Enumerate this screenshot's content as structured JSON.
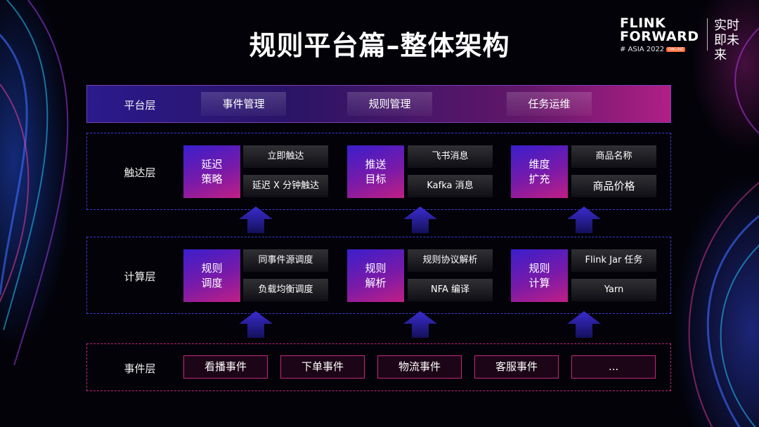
{
  "title": "规则平台篇–整体架构",
  "logo": {
    "line1": "FLINK",
    "line2": "FORWARD",
    "event": "# ASIA 2022",
    "badge": "ONLINE",
    "slogan": "实时即未来"
  },
  "colors": {
    "platform_gradient_start": "#2a1a8c",
    "platform_gradient_end": "#b01f86",
    "strategy_gradient_start": "#3a1ecc",
    "strategy_gradient_end": "#c01f84",
    "blue_dash": "#3c3ed8",
    "pink_dash": "#c4267f"
  },
  "layers": {
    "platform": {
      "label": "平台层",
      "tabs": [
        "事件管理",
        "规则管理",
        "任务运维"
      ]
    },
    "reach": {
      "label": "触达层",
      "groups": [
        {
          "name": "延迟策略",
          "items": [
            "立即触达",
            "延迟 X 分钟触达"
          ]
        },
        {
          "name": "推送目标",
          "items": [
            "飞书消息",
            "Kafka 消息"
          ]
        },
        {
          "name": "维度扩充",
          "items": [
            "商品名称",
            "商品价格"
          ]
        }
      ]
    },
    "compute": {
      "label": "计算层",
      "groups": [
        {
          "name": "规则调度",
          "items": [
            "同事件源调度",
            "负载均衡调度"
          ]
        },
        {
          "name": "规则解析",
          "items": [
            "规则协议解析",
            "NFA 编译"
          ]
        },
        {
          "name": "规则计算",
          "items": [
            "Flink Jar 任务",
            "Yarn"
          ]
        }
      ]
    },
    "event": {
      "label": "事件层",
      "items": [
        "看播事件",
        "下单事件",
        "物流事件",
        "客服事件",
        "..."
      ]
    }
  }
}
